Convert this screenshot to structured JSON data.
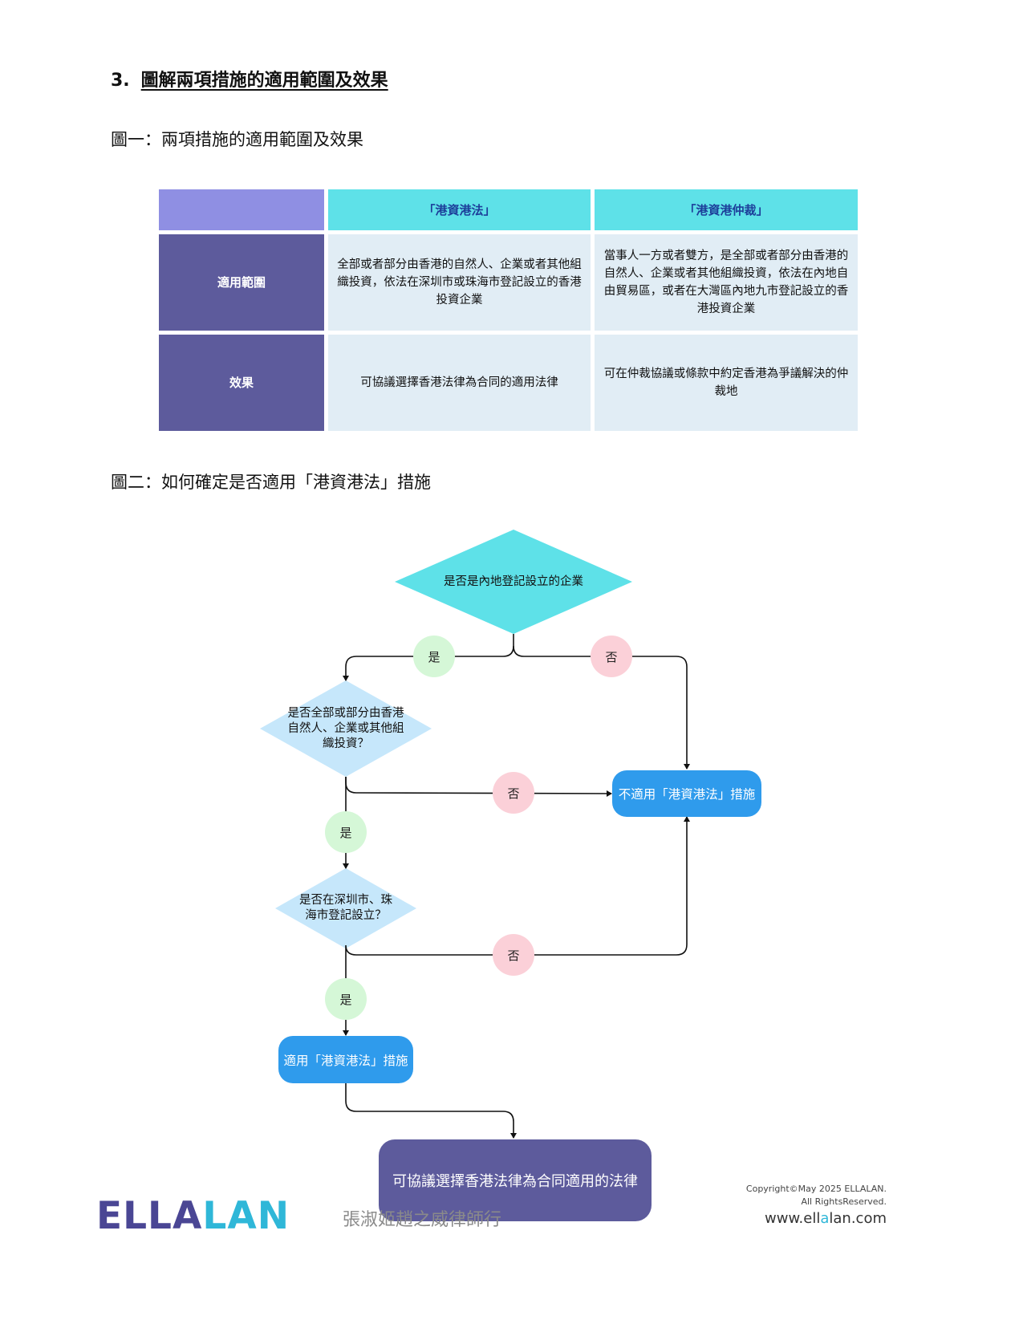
{
  "section": {
    "number": "3.",
    "title": "圖解兩項措施的適用範圍及效果"
  },
  "figure1": {
    "caption": "圖一：兩項措施的適用範圍及效果",
    "columns": [
      "「港資港法」",
      "「港資港仲裁」"
    ],
    "rows": [
      {
        "label": "適用範圍",
        "cells": [
          "全部或者部分由香港的自然人、企業或者其他組織投資，依法在深圳市或珠海市登記設立的香港投資企業",
          "當事人一方或者雙方，是全部或者部分由香港的自然人、企業或者其他組織投資，依法在內地自由貿易區，或者在大灣區內地九市登記設立的香港投資企業"
        ]
      },
      {
        "label": "效果",
        "cells": [
          "可協議選擇香港法律為合同的適用法律",
          "可在仲裁協議或條款中約定香港為爭議解決的仲裁地"
        ]
      }
    ]
  },
  "figure2": {
    "caption": "圖二：如何確定是否適用「港資港法」措施",
    "q1": "是否是內地登記設立的企業",
    "q2": "是否全部或部分由香港自然人、企業或其他組織投資？",
    "q3": "是否在深圳市、珠海市登記設立？",
    "yes_label": "是",
    "no_label": "否",
    "not_applicable": "不適用「港資港法」措施",
    "applicable": "適用「港資港法」措施",
    "result": "可協議選擇香港法律為合同適用的法律"
  },
  "footer": {
    "logo_main": "ELLA",
    "logo_accent": "LAN",
    "firm_name": "張淑姬趙之威律師行",
    "copyright_line1": "Copyright©May 2025 ELLALAN.",
    "copyright_line2": "All RightsReserved.",
    "website_pre": "www.ell",
    "website_accent": "a",
    "website_post": "lan.com"
  },
  "colors": {
    "header_cyan": "#5ee1e8",
    "row_purple": "#5d5b9c",
    "corner_violet": "#8f8fe3",
    "cell_blue": "#e1edf5",
    "diamond_light": "#c6e7fb",
    "button_blue": "#2f9bec",
    "yes_green": "#d5f7d7",
    "no_pink": "#fbd0d8"
  }
}
